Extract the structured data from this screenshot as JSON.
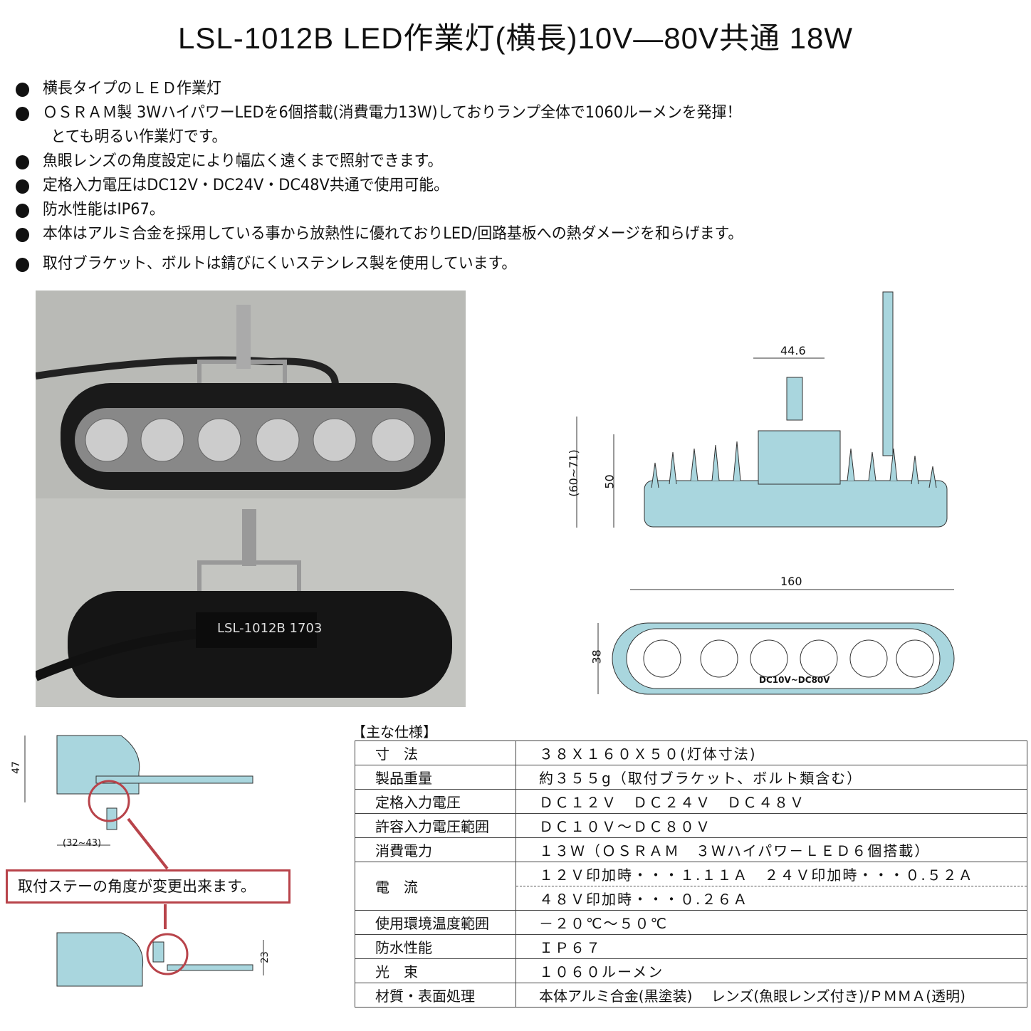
{
  "title": "LSL-1012B LED作業灯(横長)10V―80V共通 18W",
  "bullets": [
    "横長タイプのＬＥＤ作業灯",
    "ＯＳＲＡＭ製 3WハイパワーLEDを6個搭載(消費電力13W)しておりランプ全体で1060ルーメンを発揮！",
    "とても明るい作業灯です。",
    "魚眼レンズの角度設定により幅広く遠くまで照射できます。",
    "定格入力電圧はDC12V・DC24V・DC48V共通で使用可能。",
    "防水性能はIP67。",
    "本体はアルミ合金を採用している事から放熱性に優れておりLED/回路基板への熱ダメージを和らげます。",
    "取付ブラケット、ボルトは錆びにくいステンレス製を使用しています。"
  ],
  "photo_label": "LSL-1012B 1703",
  "diagram": {
    "dim_446": "44.6",
    "dim_60_71": "(60~71)",
    "dim_50": "50",
    "dim_160": "160",
    "dim_38": "38",
    "lens_text": "DC10V~DC80V",
    "side_47": "47",
    "side_32_43": "(32~43)",
    "side_23": "23"
  },
  "callout": "取付ステーの角度が変更出来ます。",
  "specs": {
    "heading": "【主な仕様】",
    "rows": [
      {
        "k": "寸　法",
        "v": "３８Ｘ１６０Ｘ５０(灯体寸法)"
      },
      {
        "k": "製品重量",
        "v": "約３５５g（取付ブラケット、ボルト類含む）"
      },
      {
        "k": "定格入力電圧",
        "v": "ＤＣ１２Ｖ　ＤＣ２４Ｖ　ＤＣ４８Ｖ"
      },
      {
        "k": "許容入力電圧範囲",
        "v": "ＤＣ１０Ｖ～ＤＣ８０Ｖ"
      },
      {
        "k": "消費電力",
        "v": "１３Ｗ（ＯＳＲＡＭ　３Ｗハイパワ－ＬＥＤ６個搭載）"
      },
      {
        "k": "電　流",
        "v": "１２Ｖ印加時・・・１.１１Ａ　２４Ｖ印加時・・・０.５２Ａ",
        "v2": "４８Ｖ印加時・・・０.２６Ａ"
      },
      {
        "k": "使用環境温度範囲",
        "v": "－２０℃～５０℃"
      },
      {
        "k": "防水性能",
        "v": "ＩＰ６７"
      },
      {
        "k": "光　束",
        "v": "１０６０ルーメン"
      },
      {
        "k": "材質・表面処理",
        "v": "本体アルミ合金(黒塗装)　 レンズ(魚眼レンズ付き)/ＰＭＭＡ(透明)"
      }
    ]
  },
  "colors": {
    "diagram_fill": "#a9d6de",
    "callout_border": "#b8434a"
  }
}
